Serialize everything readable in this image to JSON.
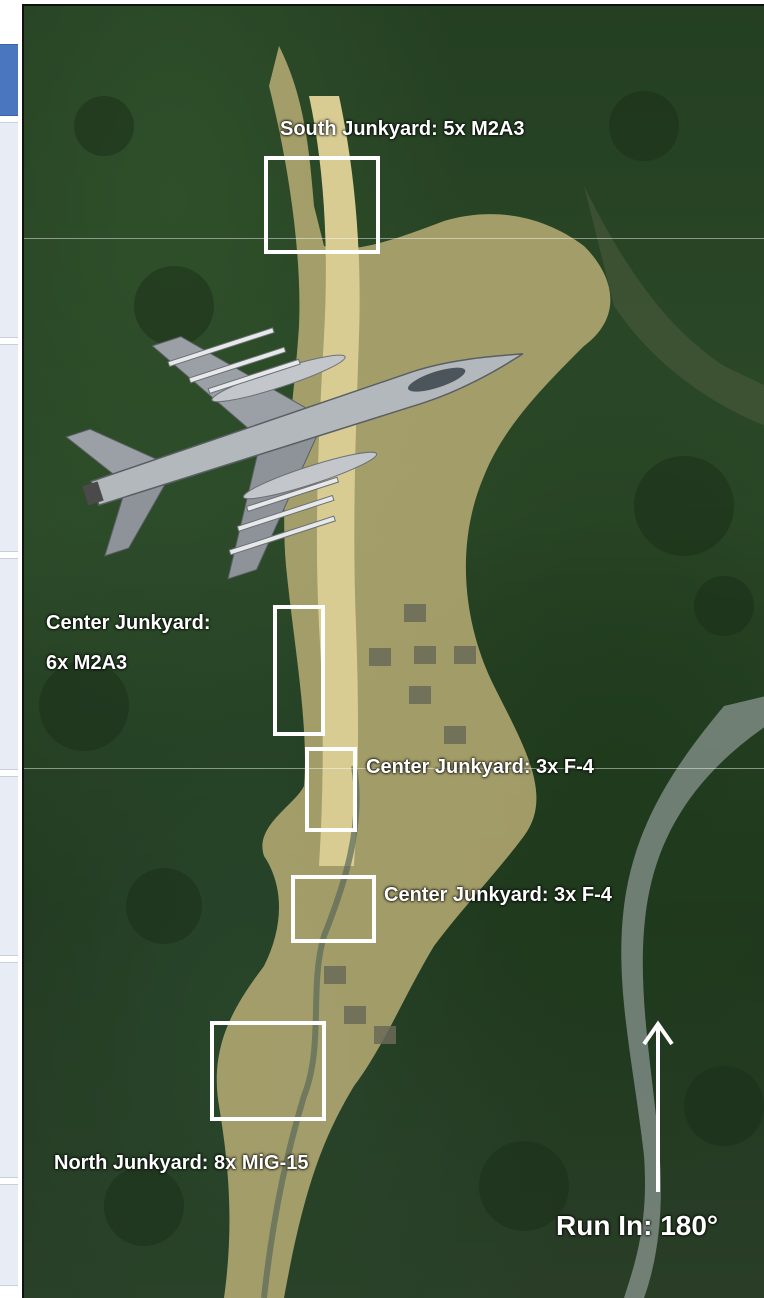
{
  "map": {
    "targets": [
      {
        "id": "south",
        "label": "South Junkyard: 5x M2A3"
      },
      {
        "id": "center1",
        "label_line1": "Center Junkyard:",
        "label_line2": "6x M2A3"
      },
      {
        "id": "center2",
        "label": "Center Junkyard: 3x F-4"
      },
      {
        "id": "center3",
        "label": "Center Junkyard: 3x F-4"
      },
      {
        "id": "north",
        "label": "North Junkyard: 8x MiG-15"
      }
    ],
    "run_in": "Run In: 180°"
  },
  "icons": {
    "aircraft": "fighter-jet-icon",
    "arrow": "arrow-up-icon"
  },
  "colors": {
    "label": "#ffffff",
    "box": "#ffffff",
    "forest": "#2c4a28",
    "clearing": "#cdbf86"
  }
}
